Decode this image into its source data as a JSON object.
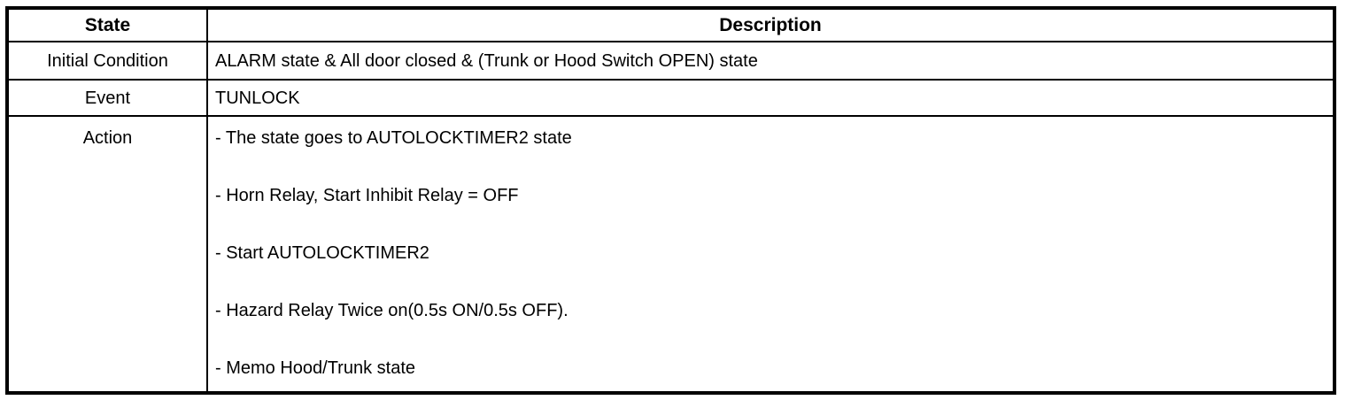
{
  "colors": {
    "border": "#000000",
    "text": "#000000",
    "background": "#ffffff"
  },
  "table": {
    "header": {
      "state_label": "State",
      "description_label": "Description"
    },
    "rows": {
      "initial_condition": {
        "label": "Initial Condition",
        "description": "ALARM state & All door closed & (Trunk or Hood Switch OPEN) state"
      },
      "event": {
        "label": "Event",
        "description": "TUNLOCK"
      },
      "action": {
        "label": "Action",
        "items": [
          "- The state goes to AUTOLOCKTIMER2 state",
          "- Horn Relay, Start Inhibit Relay = OFF",
          "- Start AUTOLOCKTIMER2",
          "- Hazard Relay Twice on(0.5s ON/0.5s OFF).",
          "- Memo Hood/Trunk state"
        ]
      }
    }
  }
}
